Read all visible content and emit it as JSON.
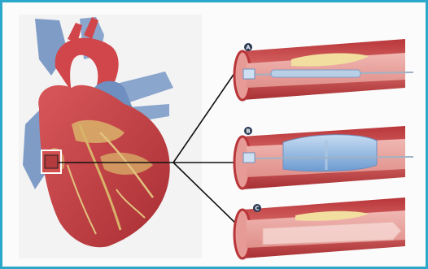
{
  "colors": {
    "border": "#2aa7c9",
    "heart_muscle": "#c43b3d",
    "heart_dark": "#9e2a2d",
    "fat": "#d9b36a",
    "vein_blue": "#6e8fbf",
    "artery_red": "#d0464a",
    "vessel_outer": "#c84b4b",
    "vessel_inner": "#e9a3a0",
    "plaque": "#f2dfa0",
    "balloon": "#8fb7e0",
    "catheter": "#9fb2c4"
  },
  "steps": [
    {
      "label": "A",
      "description_icon": "catheter-with-guidewire-icon"
    },
    {
      "label": "B",
      "description_icon": "inflated-balloon-icon"
    },
    {
      "label": "C",
      "description_icon": "stent-placed-icon"
    }
  ]
}
